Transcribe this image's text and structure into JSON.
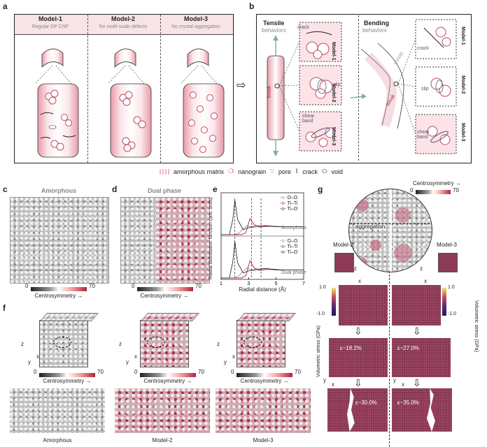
{
  "panels": {
    "a": "a",
    "b": "b",
    "c": "c",
    "d": "d",
    "e": "e",
    "f": "f",
    "g": "g"
  },
  "panel_a": {
    "models": [
      {
        "title": "Model-1",
        "subtitle": "Regular DP CNF"
      },
      {
        "title": "Model-2",
        "subtitle": "No multi-scale defects"
      },
      {
        "title": "Model-3",
        "subtitle": "No crystal aggregation"
      }
    ]
  },
  "panel_b": {
    "tensile_title": "Tensile",
    "tensile_sub": "behaviors",
    "bending_title": "Bending",
    "bending_sub": "behaviors",
    "break": "break",
    "tensile_word": "tensile",
    "crack": "crack",
    "slip": "slip",
    "shear_band": "shear band",
    "model1": "Model-1",
    "model2": "Model-2",
    "model3": "Model-3"
  },
  "legend": {
    "amorphous": "amorphous matrix",
    "nanograin": "nanograin",
    "pore": "pore",
    "crack": "crack",
    "void": "void"
  },
  "panel_c": {
    "title": "Amorphous"
  },
  "panel_d": {
    "title": "Dual phase"
  },
  "colorbar": {
    "min": "0",
    "max": "70",
    "label": "Centrosymmetry →"
  },
  "panel_e": {
    "ylabel": "Radial distribution function (arb. units)",
    "xlabel": "Radial distance (Å)",
    "legend": [
      "O–O",
      "Ti–Ti",
      "Ti–O"
    ],
    "top_label": "Amorphous",
    "bottom_label": "Dual phase",
    "xticks": [
      "1",
      "3",
      "5",
      "7"
    ]
  },
  "panel_f": {
    "axes": {
      "z": "z",
      "x": "x",
      "y": "y"
    },
    "bottom_labels": [
      "Amorphous",
      "Model-2",
      "Model-3"
    ]
  },
  "panel_g": {
    "centrosymmetry": "Centrosymmetry →",
    "cb_min": "0",
    "cb_max": "70",
    "aggregation": "aggregation",
    "model2": "Model-2",
    "model3": "Model-3",
    "stress_label": "Volumetric stress (GPa)",
    "stress_max": "1.0",
    "stress_min": "-1.0",
    "strains_left": [
      "ε~18.2%",
      "ε~30.0%"
    ],
    "strains_right": [
      "ε~27.0%",
      "ε~35.0%"
    ]
  },
  "chart_data": {
    "type": "line",
    "xlabel": "Radial distance (Å)",
    "ylabel": "Radial distribution function (arb. units)",
    "xlim": [
      1,
      7
    ],
    "series": [
      {
        "name": "O–O",
        "panel": "Amorphous",
        "x": [
          1,
          1.8,
          2.0,
          2.3,
          2.6,
          2.9,
          3.3,
          3.7,
          4.2,
          5,
          6,
          7
        ],
        "y": [
          0,
          0,
          0.02,
          0.15,
          0.6,
          0.9,
          0.7,
          0.75,
          0.8,
          0.78,
          0.8,
          0.8
        ]
      },
      {
        "name": "Ti–Ti",
        "panel": "Amorphous",
        "x": [
          1,
          2.5,
          2.8,
          3.1,
          3.4,
          3.8,
          4.5,
          5.5,
          7
        ],
        "y": [
          0,
          0,
          0.2,
          1.6,
          1.0,
          0.75,
          0.85,
          0.8,
          0.8
        ]
      },
      {
        "name": "Ti–O",
        "panel": "Amorphous",
        "x": [
          1,
          1.6,
          1.85,
          2.0,
          2.2,
          2.6,
          3.0,
          3.5,
          4.2,
          5,
          7
        ],
        "y": [
          0,
          0,
          1.5,
          3.4,
          1.5,
          0.5,
          0.7,
          0.85,
          0.9,
          0.8,
          0.8
        ]
      },
      {
        "name": "O–O",
        "panel": "Dual phase",
        "x": [
          1,
          1.8,
          2.0,
          2.3,
          2.6,
          2.9,
          3.3,
          3.7,
          4.2,
          5,
          6,
          7
        ],
        "y": [
          0,
          0,
          0.02,
          0.2,
          0.7,
          1.0,
          0.7,
          0.8,
          0.85,
          0.78,
          0.8,
          0.8
        ]
      },
      {
        "name": "Ti–Ti",
        "panel": "Dual phase",
        "x": [
          1,
          2.5,
          2.8,
          3.1,
          3.4,
          3.8,
          4.5,
          5.5,
          7
        ],
        "y": [
          0,
          0,
          0.25,
          1.7,
          1.0,
          0.75,
          0.9,
          0.8,
          0.8
        ]
      },
      {
        "name": "Ti–O",
        "panel": "Dual phase",
        "x": [
          1,
          1.6,
          1.85,
          2.0,
          2.2,
          2.6,
          3.0,
          3.5,
          4.2,
          5,
          7
        ],
        "y": [
          0,
          0,
          1.6,
          3.6,
          1.5,
          0.5,
          0.7,
          0.85,
          0.95,
          0.8,
          0.8
        ]
      }
    ],
    "colors": {
      "O–O": "#999999",
      "Ti–Ti": "#b0243d",
      "Ti–O": "#333333"
    }
  }
}
